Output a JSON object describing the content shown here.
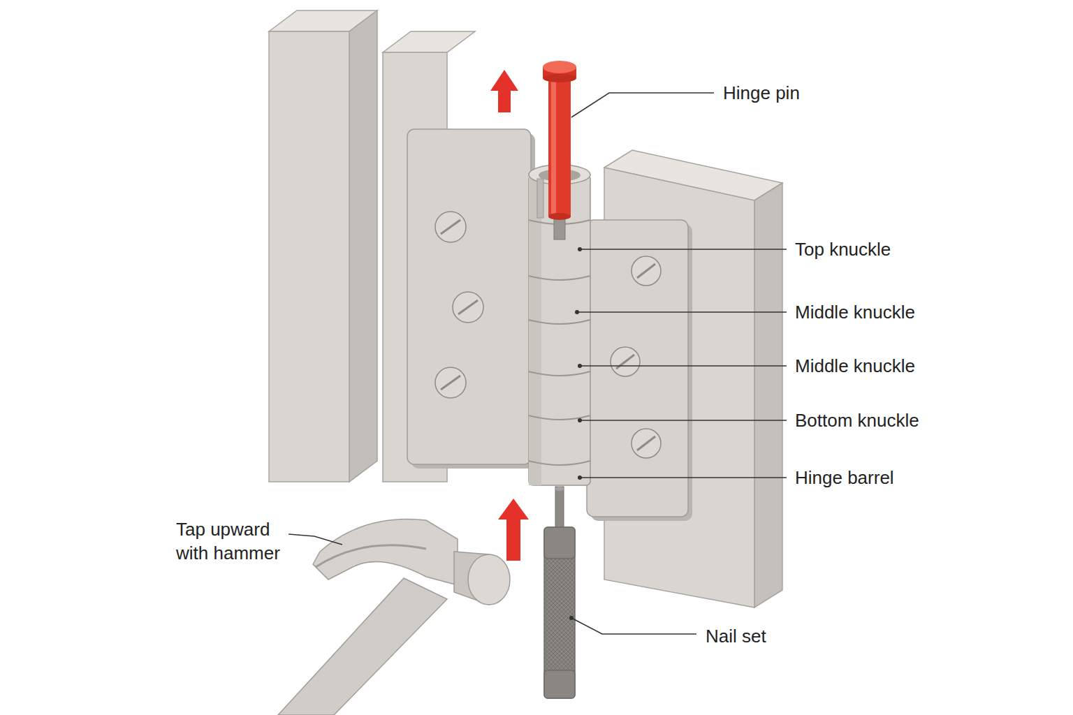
{
  "diagram": {
    "labels": [
      "Hinge pin",
      "Top knuckle",
      "Middle knuckle",
      "Middle knuckle",
      "Bottom knuckle",
      "Hinge barrel",
      "Tap upward with hammer",
      "Nail set"
    ]
  }
}
